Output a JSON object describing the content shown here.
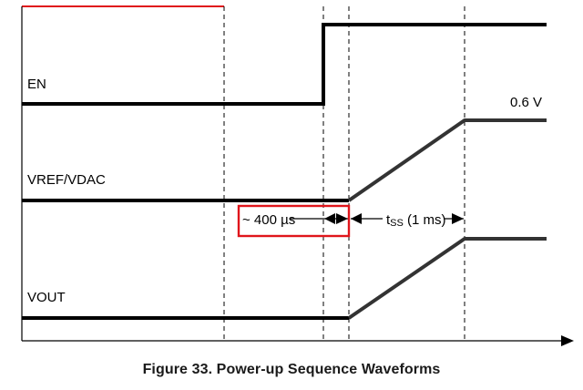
{
  "figure": {
    "caption": "Figure 33.  Power-up Sequence Waveforms"
  },
  "signals": {
    "en": {
      "label": "EN"
    },
    "vref": {
      "label": "VREF/VDAC",
      "level": "0.6 V"
    },
    "vout": {
      "label": "VOUT"
    }
  },
  "annotations": {
    "delay": "~ 400 µs",
    "tss_main": "t",
    "tss_sub": "SS",
    "tss_rest": " (1 ms)"
  },
  "colors": {
    "highlight_box": "#e0151b",
    "top_accent": "#e0151b",
    "waveform": "#000000",
    "ramp": "#333333"
  }
}
